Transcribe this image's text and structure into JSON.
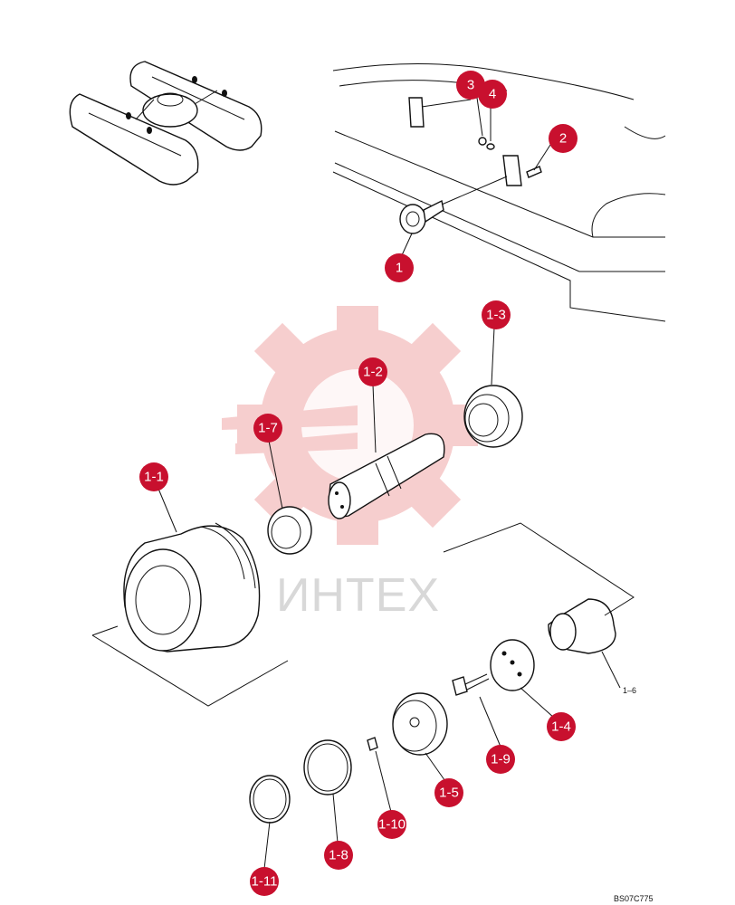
{
  "diagram": {
    "drawing_code": "BS07C775",
    "watermark_text": "ИНТЕХ",
    "accent_color": "#c8102e",
    "callouts": [
      {
        "id": "1"
      },
      {
        "id": "2"
      },
      {
        "id": "3"
      },
      {
        "id": "4"
      },
      {
        "id": "1-1"
      },
      {
        "id": "1-2"
      },
      {
        "id": "1-3"
      },
      {
        "id": "1-4"
      },
      {
        "id": "1-5"
      },
      {
        "id": "1-7"
      },
      {
        "id": "1-8"
      },
      {
        "id": "1-9"
      },
      {
        "id": "1-10"
      },
      {
        "id": "1-11"
      }
    ],
    "plain_labels": [
      {
        "id": "1–6"
      }
    ]
  }
}
